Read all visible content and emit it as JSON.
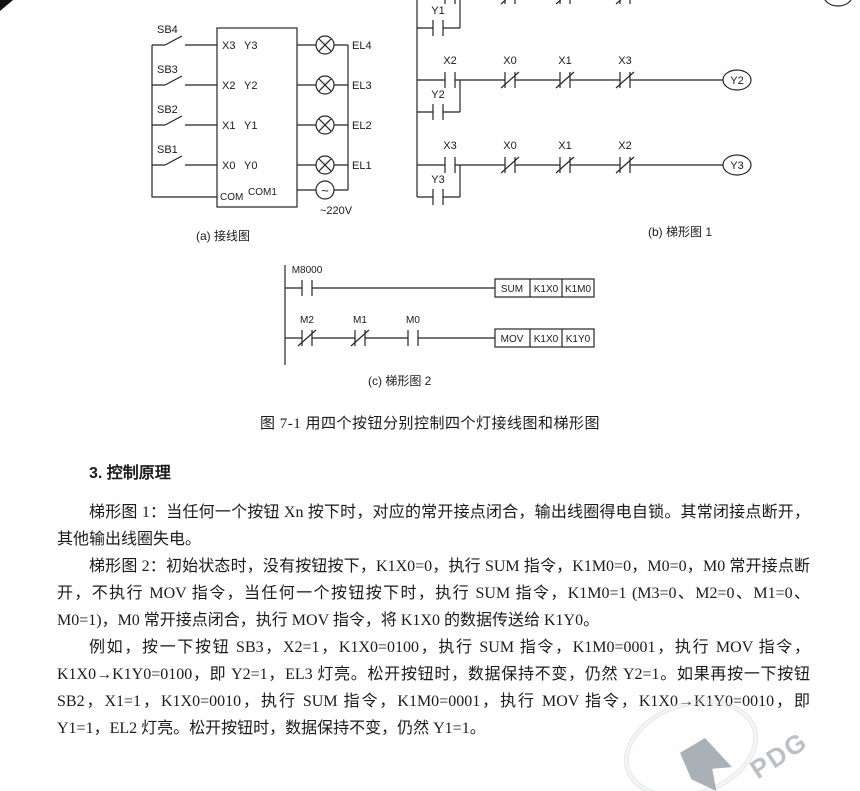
{
  "page": {
    "caption": "图 7-1 用四个按钮分别控制四个灯接线图和梯形图",
    "watermark": "PDG"
  },
  "wiring": {
    "caption": "(a) 接线图",
    "buttons": [
      "SB4",
      "SB3",
      "SB2",
      "SB1"
    ],
    "inputs": [
      "X3",
      "X2",
      "X1",
      "X0"
    ],
    "outputs": [
      "Y3",
      "Y2",
      "Y1",
      "Y0"
    ],
    "com_left": "COM",
    "com_right": "COM1",
    "lamps": [
      "EL4",
      "EL3",
      "EL2",
      "EL1"
    ],
    "ac_symbol": "~",
    "power": "~220V"
  },
  "ladder1": {
    "caption": "(b) 梯形图 1",
    "latch1_label": "Y1",
    "rung2_contacts": [
      "X2",
      "X0",
      "X1",
      "X3"
    ],
    "rung2_coil": "Y2",
    "latch2_label": "Y2",
    "rung3_contacts": [
      "X3",
      "X0",
      "X1",
      "X2"
    ],
    "rung3_coil": "Y3",
    "latch3_label": "Y3"
  },
  "ladder2": {
    "caption": "(c) 梯形图 2",
    "rung1_contact": "M8000",
    "rung1_box": [
      "SUM",
      "K1X0",
      "K1M0"
    ],
    "rung2_contacts": [
      "M2",
      "M1",
      "M0"
    ],
    "rung2_box": [
      "MOV",
      "K1X0",
      "K1Y0"
    ]
  },
  "body": {
    "heading": "3. 控制原理",
    "para1": "梯形图 1：当任何一个按钮 Xn 按下时，对应的常开接点闭合，输出线圈得电自锁。其常闭接点断开，其他输出线圈失电。",
    "para2": "梯形图 2：初始状态时，没有按钮按下，K1X0=0，执行 SUM 指令，K1M0=0，M0=0，M0 常开接点断开，不执行 MOV 指令，当任何一个按钮按下时，执行 SUM 指令，K1M0=1 (M3=0、M2=0、M1=0、M0=1)，M0 常开接点闭合，执行 MOV 指令，将 K1X0 的数据传送给 K1Y0。",
    "para3": "例如，按一下按钮 SB3，X2=1，K1X0=0100，执行 SUM 指令，K1M0=0001，执行 MOV 指令，K1X0→K1Y0=0100，即 Y2=1，EL3 灯亮。松开按钮时，数据保持不变，仍然 Y2=1。如果再按一下按钮 SB2，X1=1，K1X0=0010，执行 SUM 指令，K1M0=0001，执行 MOV 指令，K1X0→K1Y0=0010，即 Y1=1，EL2 灯亮。松开按钮时，数据保持不变，仍然 Y1=1。"
  }
}
